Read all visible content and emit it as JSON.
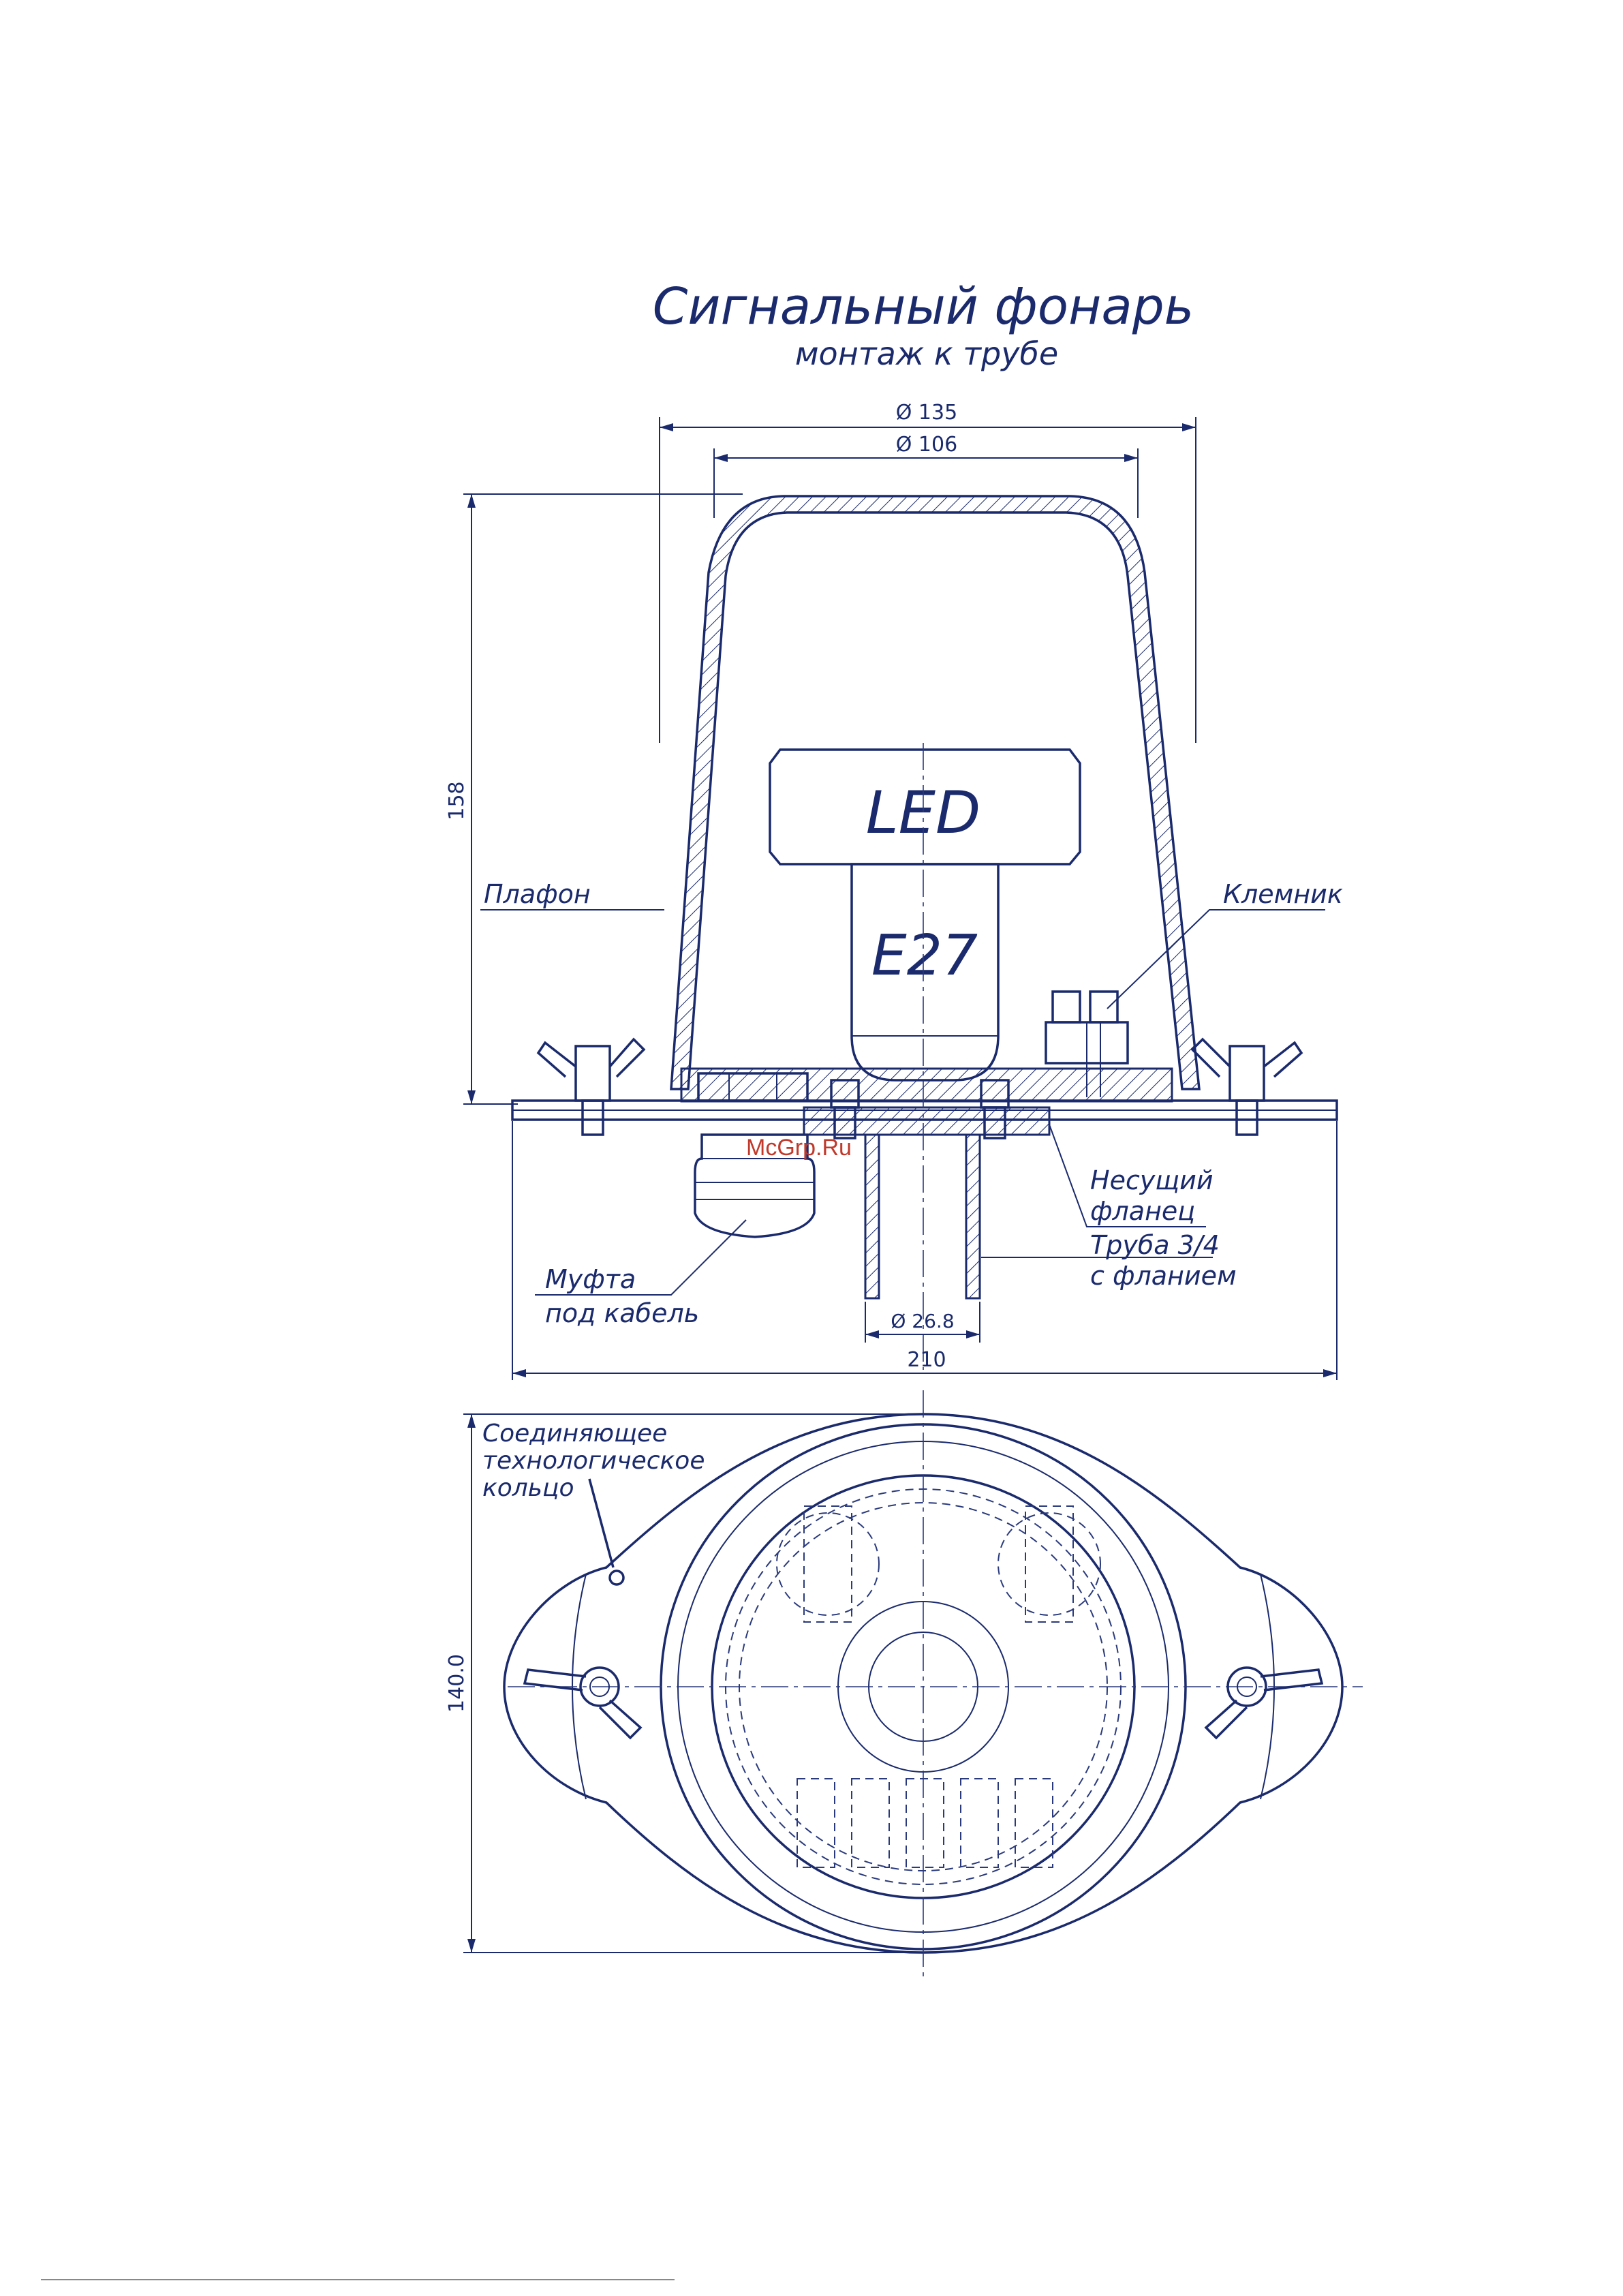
{
  "title": "Сигнальный фонарь",
  "subtitle": "монтаж к трубе",
  "dimensions": {
    "d135": "Ø 135",
    "d106": "Ø 106",
    "h158": "158",
    "d26_8": "Ø 26.8",
    "w210": "210",
    "h140": "140.0"
  },
  "components": {
    "led": "LED",
    "e27": "E27",
    "plafon": "Плафон",
    "klemnik": "Клемник",
    "flange_line1": "Несущий",
    "flange_line2": "фланец",
    "pipe_line1": "Труба 3/4",
    "pipe_line2": "с фланием",
    "gland_line1": "Муфта",
    "gland_line2": "под кабель",
    "ring_line1": "Соединяющее",
    "ring_line2": "технологическое",
    "ring_line3": "кольцо"
  },
  "watermark": "McGrp.Ru",
  "colors": {
    "ink": "#1a2a6c",
    "watermark": "#c0392b"
  }
}
